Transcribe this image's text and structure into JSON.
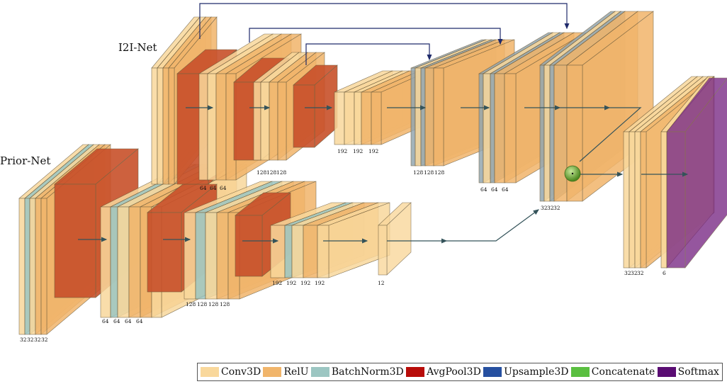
{
  "diagram": {
    "titles": {
      "i2i": "I2I-Net",
      "prior": "Prior-Net"
    },
    "prior_net": [
      {
        "id": "p1",
        "channels": [
          "32",
          "32",
          "32",
          "32"
        ]
      },
      {
        "id": "p2",
        "channels": [
          "64",
          "64",
          "64",
          "64"
        ]
      },
      {
        "id": "p3",
        "channels": [
          "128",
          "128",
          "128",
          "128"
        ]
      },
      {
        "id": "p4",
        "channels": [
          "192",
          "192",
          "192",
          "192"
        ]
      },
      {
        "id": "p5",
        "channels": [
          "12"
        ]
      }
    ],
    "i2i_net": [
      {
        "id": "i1",
        "channels": [
          "64",
          "64",
          "64"
        ]
      },
      {
        "id": "i2",
        "channels": [
          "128",
          "128",
          "128"
        ]
      },
      {
        "id": "i3",
        "channels": [
          "192",
          "192",
          "192"
        ]
      },
      {
        "id": "i4",
        "channels": [
          "128",
          "128",
          "128"
        ]
      },
      {
        "id": "i5",
        "channels": [
          "64",
          "64",
          "64"
        ]
      },
      {
        "id": "i6",
        "channels": [
          "32",
          "32",
          "32"
        ]
      }
    ],
    "output": [
      {
        "id": "o1",
        "channels": [
          "32",
          "32",
          "32"
        ]
      },
      {
        "id": "o2",
        "channels": [
          "6"
        ]
      }
    ]
  },
  "legend": [
    {
      "label": "Conv3D",
      "color": "#f9d89c"
    },
    {
      "label": "RelU",
      "color": "#f1b56b"
    },
    {
      "label": "BatchNorm3D",
      "color": "#9cc6c2"
    },
    {
      "label": "AvgPool3D",
      "color": "#b80c09"
    },
    {
      "label": "Upsample3D",
      "color": "#2650a0"
    },
    {
      "label": "Concatenate",
      "color": "#5abf40"
    },
    {
      "label": "Softmax",
      "color": "#5a0d73"
    }
  ]
}
